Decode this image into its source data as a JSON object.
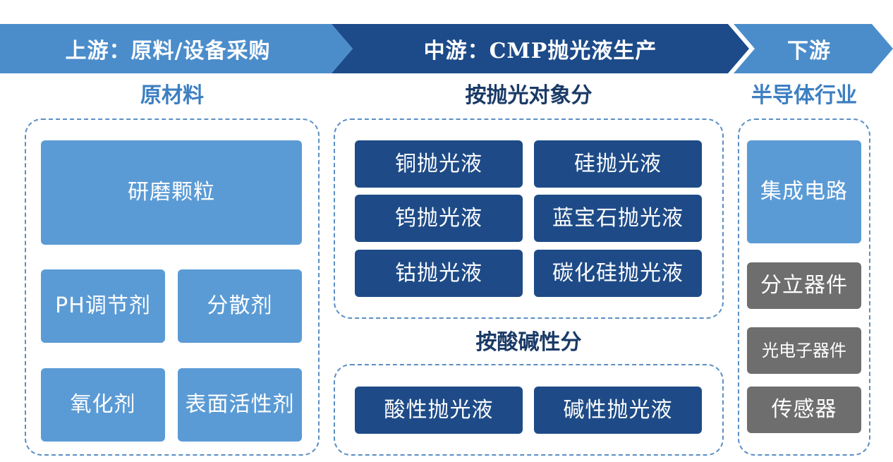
{
  "stages": {
    "upstream": "上游：原料/设备采购",
    "midstream": "中游：CMP抛光液生产",
    "downstream": "下游"
  },
  "raw_materials": {
    "title": "原材料",
    "items": [
      "研磨颗粒",
      "PH调节剂",
      "分散剂",
      "氧化剂",
      "表面活性剂"
    ]
  },
  "by_object": {
    "title": "按抛光对象分",
    "items": [
      "铜抛光液",
      "硅抛光液",
      "钨抛光液",
      "蓝宝石抛光液",
      "钴抛光液",
      "碳化硅抛光液"
    ]
  },
  "by_acidity": {
    "title": "按酸碱性分",
    "items": [
      "酸性抛光液",
      "碱性抛光液"
    ]
  },
  "semiconductor": {
    "title": "半导体行业",
    "items": [
      "集成电路",
      "分立器件",
      "光电子器件",
      "传感器"
    ]
  },
  "colors": {
    "stage_light": "#4b8dcb",
    "stage_dark": "#1d4b89",
    "box_light": "#5b9bd5",
    "box_dark": "#1e4b87",
    "box_gray": "#6e6e6e",
    "dashed_border": "#5b8fc4"
  }
}
